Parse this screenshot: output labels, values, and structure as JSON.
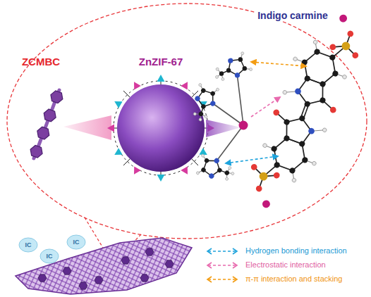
{
  "diagram": {
    "labels": [
      "ZCMBC",
      "ZnZIF-67",
      "Indigo carmine",
      "IC",
      "IC",
      "IC"
    ],
    "legend": [
      {
        "text": "Hydrogen bonding interaction"
      },
      {
        "text": "Electrostatic interaction"
      },
      {
        "text": "π-π interaction and stacking"
      }
    ]
  }
}
